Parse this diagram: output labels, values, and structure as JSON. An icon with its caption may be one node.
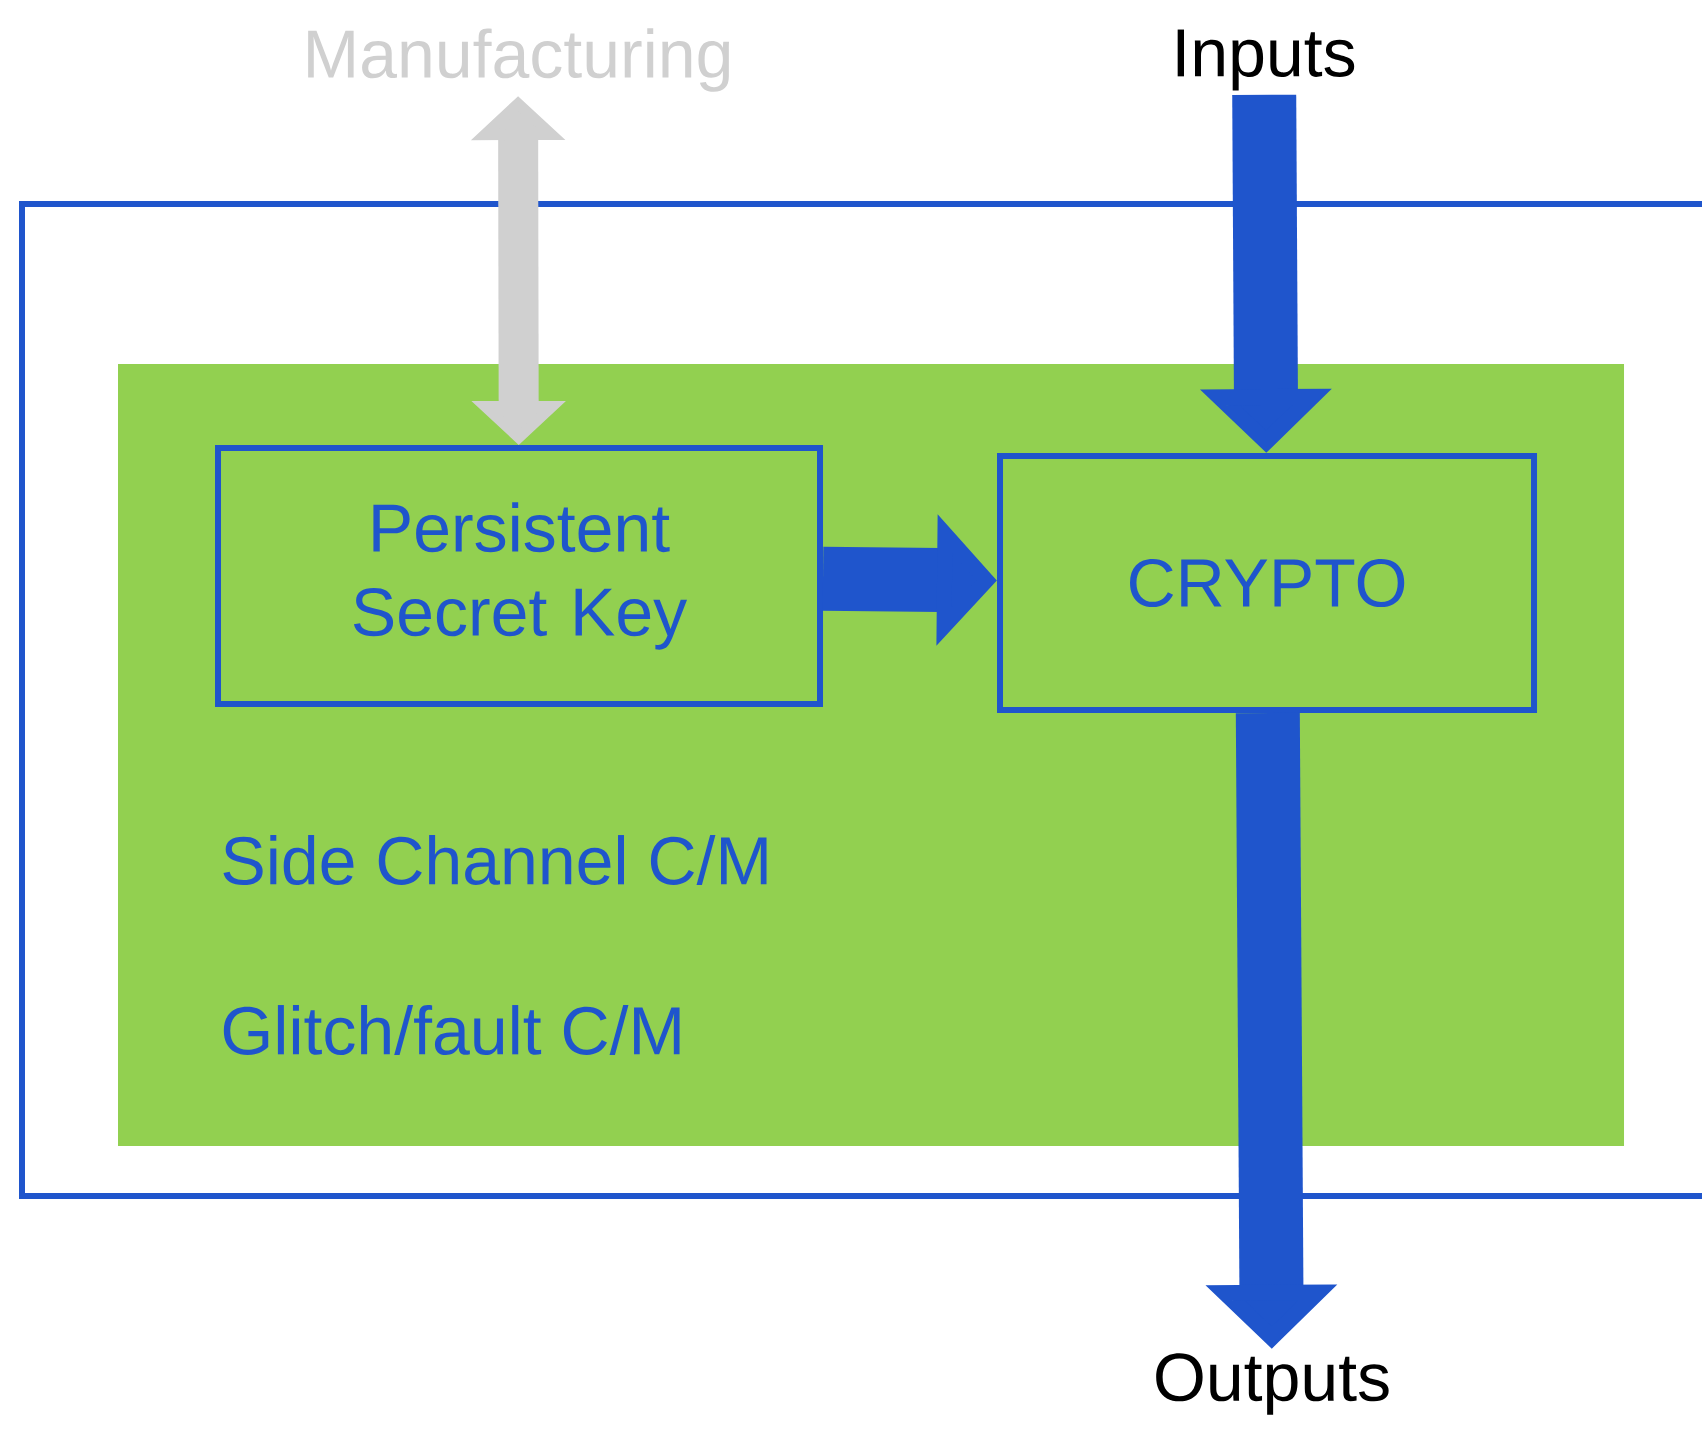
{
  "diagram": {
    "nodes": [
      {
        "text": [],
        "shape": "box"
      },
      {
        "text": [
          "Side Channel C/M",
          "Glitch/fault C/M"
        ],
        "in": 0
      },
      {
        "text": [
          "Persistent Secret Key"
        ],
        "in": 1
      },
      {
        "text": [
          "CRYPTO"
        ],
        "in": 1
      },
      {
        "text": [
          "Manufacturing"
        ]
      },
      {
        "text": [
          "Inputs"
        ]
      },
      {
        "text": [
          "Outputs"
        ]
      }
    ],
    "edges": [
      {
        "from": 4,
        "to": 2,
        "arrow": "both",
        "color": "#d0d0d0"
      },
      {
        "from": 2,
        "to": 3,
        "arrow": "to"
      },
      {
        "from": 5,
        "to": 3,
        "arrow": "to"
      },
      {
        "from": 3,
        "to": 6,
        "arrow": "to"
      }
    ]
  }
}
